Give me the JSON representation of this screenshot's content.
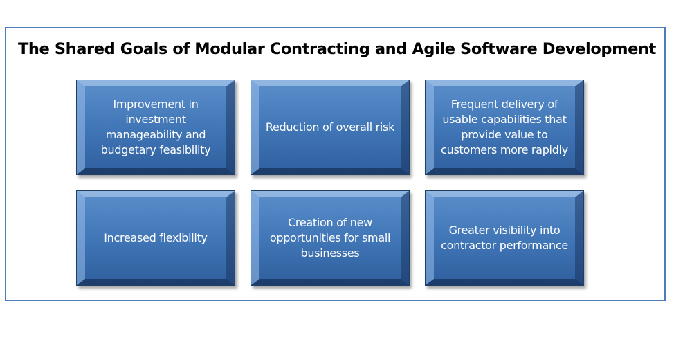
{
  "title": "The Shared Goals of Modular Contracting and Agile Software Development",
  "goals": [
    {
      "label": "Improvement in investment manageability and budgetary feasibility"
    },
    {
      "label": "Reduction of overall risk"
    },
    {
      "label": "Frequent delivery of usable capabilities that provide value to customers more rapidly"
    },
    {
      "label": "Increased flexibility"
    },
    {
      "label": "Creation of new opportunities for small businesses"
    },
    {
      "label": "Greater visibility into contractor performance"
    }
  ],
  "colors": {
    "frame_border": "#4a7ebb",
    "box_fill": "#3f74b5",
    "box_text": "#ffffff"
  }
}
